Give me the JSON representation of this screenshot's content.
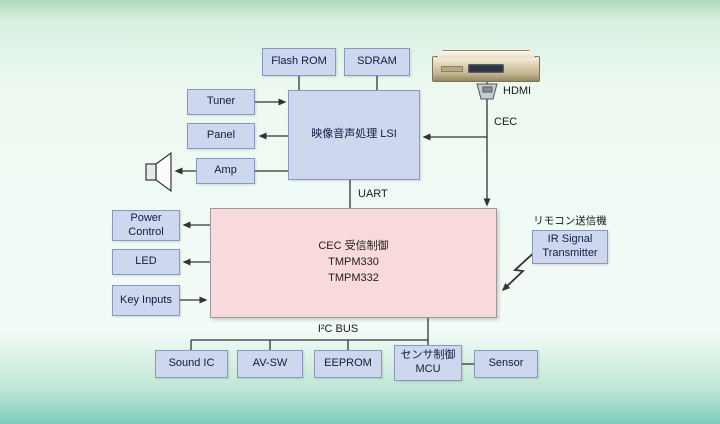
{
  "diagram": {
    "boxes": {
      "flash_rom": "Flash ROM",
      "sdram": "SDRAM",
      "tuner": "Tuner",
      "panel": "Panel",
      "amp": "Amp",
      "lsi": "映像音声処理 LSI",
      "mcu_line1": "CEC 受信制御",
      "mcu_line2": "TMPM330",
      "mcu_line3": "TMPM332",
      "power_control": "Power Control",
      "led": "LED",
      "key_inputs": "Key Inputs",
      "ir_transmitter": "IR Signal Transmitter",
      "sound_ic": "Sound IC",
      "av_sw": "AV-SW",
      "eeprom": "EEPROM",
      "sensor_mcu": "センサ制御 MCU",
      "sensor": "Sensor"
    },
    "labels": {
      "remote_transmitter": "リモコン送信機",
      "hdmi": "HDMI",
      "cec": "CEC",
      "uart": "UART",
      "i2c_bus": "I²C BUS"
    },
    "colors": {
      "box_fill": "#cdd7ee",
      "box_border": "#8a97c0",
      "mcu_fill": "#f9dada",
      "mcu_border": "#9a9a9a",
      "line": "#333333",
      "background_top": "#aedbbb",
      "background_bottom": "#7fcdbd"
    }
  }
}
